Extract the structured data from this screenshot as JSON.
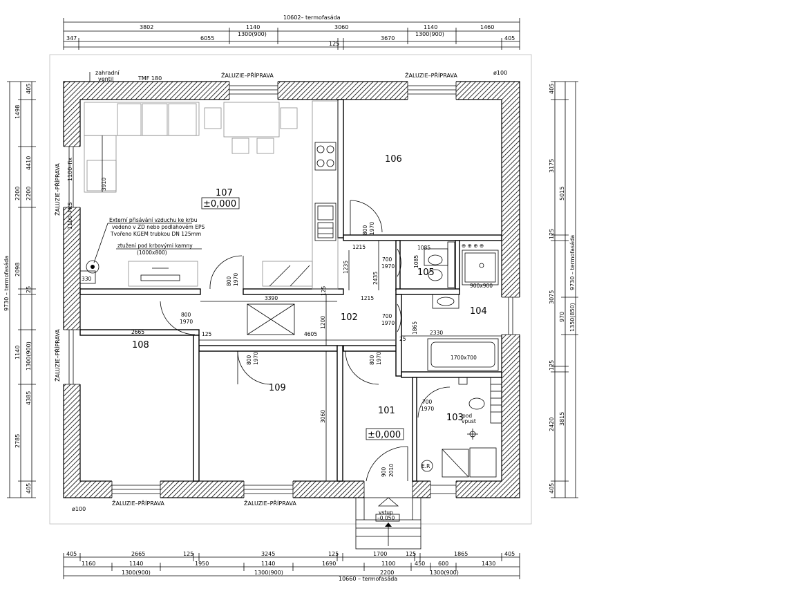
{
  "dimensions": {
    "top_total": "10602– termofasáda",
    "top_row1": [
      "3802",
      "1140",
      "3060",
      "1140",
      "1460"
    ],
    "top_row2": [
      "347",
      "6055",
      "1300(900)",
      "3670",
      "1300(900)",
      "405"
    ],
    "top_row3": [
      "125"
    ],
    "bottom_row1": [
      "405",
      "2665",
      "125",
      "3245",
      "125",
      "1700",
      "125",
      "1865",
      "405"
    ],
    "bottom_row2": [
      "1160",
      "1140",
      "1950",
      "1140",
      "1690",
      "1100",
      "450",
      "600",
      "1430"
    ],
    "bottom_row3": [
      "1300(900)",
      "1300(900)",
      "2200",
      "1300(900)"
    ],
    "bottom_total": "10660 – termofasáda",
    "left_outer": [
      "405",
      "1498",
      "2200",
      "2098",
      "25",
      "1140",
      "2785",
      "405"
    ],
    "left_inner": [
      "4410",
      "2200",
      "1300(900)",
      "4385"
    ],
    "left_total": "9730 – termofasáda",
    "right_outer": [
      "405",
      "3175",
      "125",
      "3075",
      "125",
      "2420",
      "405"
    ],
    "right_inner": [
      "5015",
      "970",
      "1350(850)",
      "3815"
    ],
    "right_total": "9730 – termofasáda"
  },
  "labels": {
    "zaluzie": "ŽALUZIE–PŘÍPRAVA",
    "tmf": "TMF 180",
    "zahradni1": "zahradní",
    "zahradni2": "ventil",
    "phi100_top": "ø100",
    "phi100_bottom": "ø100",
    "fix": "1100–fix",
    "pks": "1100–PKS",
    "vstup": "vstup",
    "vstup_level": "–0,050"
  },
  "rooms": {
    "r107": "107",
    "r107_level": "±0,000",
    "r106": "106",
    "r105": "105",
    "r104": "104",
    "r102": "102",
    "r108": "108",
    "r109": "109",
    "r101": "101",
    "r101_level": "±0,000",
    "r103": "103",
    "r103_note1": "pod",
    "r103_note2": "vpust"
  },
  "notes": {
    "ext1": "Externí přisávání vzduchu ke krbu",
    "ext2": "vedeno v ZD nebo podlahovém EPS",
    "ext3": "Tvořeno KGEM trubkou DN 125mm",
    "ztuzeni1": "ztužení pod krbovými kamny",
    "ztuzeni2": "(1000x800)",
    "shower": "900x900",
    "bath": "1700x700",
    "er": "E.R"
  },
  "doors": {
    "d106": [
      "800",
      "1970"
    ],
    "d105": [
      "700",
      "1970"
    ],
    "d107": [
      "800",
      "1970"
    ],
    "d108": [
      "800",
      "1970"
    ],
    "d109": [
      "800",
      "1970"
    ],
    "d101": [
      "800",
      "1970"
    ],
    "d104": [
      "700",
      "1970"
    ],
    "d103": [
      "700",
      "1970"
    ],
    "d_entry": [
      "900",
      "2010"
    ]
  },
  "interior_dims": {
    "i3910": "3910",
    "i330": "330",
    "i3390": "3390",
    "i4605": "4605",
    "i2665": "2665",
    "i125a": "125",
    "i125b": "125",
    "i1215a": "1215",
    "i1215b": "1215",
    "i1235": "1235",
    "i2435": "2435",
    "i1200": "1200",
    "i1085a": "1085",
    "i1085b": "1085",
    "i1865": "1865",
    "i2330": "2330",
    "i3060": "3060",
    "i25": "25"
  }
}
